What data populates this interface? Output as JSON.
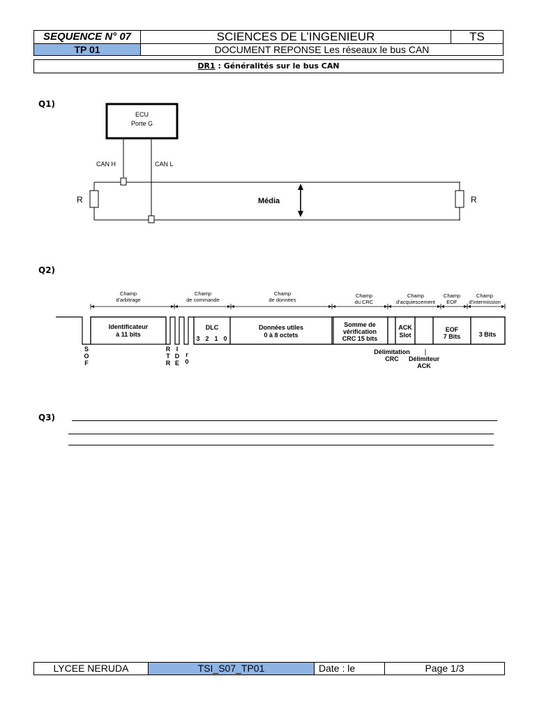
{
  "header": {
    "sequence": "SEQUENCE N° 07",
    "subject": "SCIENCES DE L’INGENIEUR",
    "class": "TS",
    "tp": "TP 01",
    "document": "DOCUMENT  REPONSE  Les réseaux le bus CAN"
  },
  "dr": {
    "code": "DR1",
    "title": " : Généralités sur le bus CAN"
  },
  "questions": {
    "q1": "Q1)",
    "q2": "Q2)",
    "q3": "Q3)"
  },
  "q1_diagram": {
    "ecu_line1": "ECU",
    "ecu_line2": "Porte G",
    "can_h": "CAN H",
    "can_l": "CAN L",
    "resistor_left": "R",
    "resistor_right": "R",
    "media": "Média"
  },
  "q2_diagram": {
    "fields": [
      {
        "line1": "Champ",
        "line2": "d'arbitrage"
      },
      {
        "line1": "Champ",
        "line2": "de commande"
      },
      {
        "line1": "Champ",
        "line2": "de données"
      },
      {
        "line1": "Champ",
        "line2": "du CRC"
      },
      {
        "line1": "Champ",
        "line2": "d'acquiescement"
      },
      {
        "line1": "Champ",
        "line2": "EOF"
      },
      {
        "line1": "Champ",
        "line2": "d'intermission"
      }
    ],
    "identifier": [
      "Identificateur",
      "à 11 bits"
    ],
    "dlc": "DLC",
    "dlc_bits": [
      "3",
      "2",
      "1",
      "0"
    ],
    "data": [
      "Données utiles",
      "0 à 8 octets"
    ],
    "crc": [
      "Somme de",
      "vérification",
      "CRC 15 bits"
    ],
    "ack": [
      "ACK",
      "Slot"
    ],
    "eof": [
      "EOF",
      "7 Bits"
    ],
    "intermission": "3 Bits",
    "sof": [
      "S",
      "O",
      "F"
    ],
    "rtr": [
      "R",
      "T",
      "R"
    ],
    "ide": [
      "I",
      "D",
      "E"
    ],
    "r0": [
      "r",
      "0"
    ],
    "crc_delim": [
      "Délimitation",
      "CRC"
    ],
    "ack_delim": [
      "Délimiteur",
      "ACK"
    ]
  },
  "footer": {
    "school": "LYCEE NERUDA",
    "code": "TSI_S07_TP01",
    "date": "Date : le",
    "page": "Page 1/3"
  }
}
